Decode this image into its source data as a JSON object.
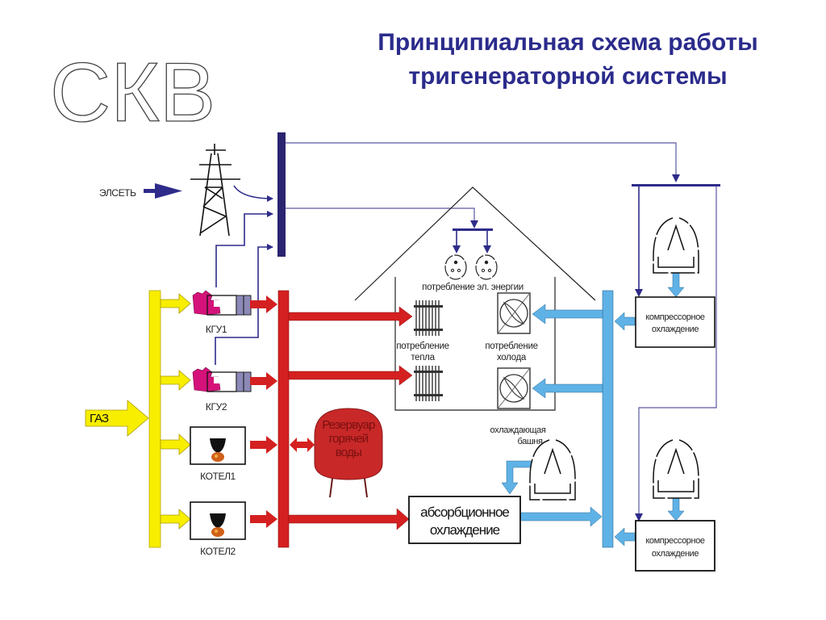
{
  "logo": {
    "text": "СКВ"
  },
  "title": {
    "line1": "Принципиальная схема работы",
    "line2": "тригенераторной системы"
  },
  "colors": {
    "title": "#2b2b8c",
    "electric": "#2e2b8a",
    "gas": "#f7ee00",
    "heat": "#d42020",
    "cold": "#5fb2e6",
    "engine": "#d4127a",
    "tank": "#c82828"
  },
  "labels": {
    "grid": "ЭЛСЕТЬ",
    "gas": "ГАЗ",
    "kgu1": "КГУ1",
    "kgu2": "КГУ2",
    "boiler1": "КОТЕЛ1",
    "boiler2": "КОТЕЛ2",
    "tank_line1": "Резервуар",
    "tank_line2": "горячей",
    "tank_line3": "воды",
    "power_consumption": "потребление эл. энергии",
    "heat_consumption_line1": "потребление",
    "heat_consumption_line2": "тепла",
    "cold_consumption_line1": "потребление",
    "cold_consumption_line2": "холода",
    "cooling_tower_line1": "охлаждающая",
    "cooling_tower_line2": "башня",
    "absorption_line1": "абсорбционное",
    "absorption_line2": "охлаждение",
    "compressor_top_line1": "компрессорное",
    "compressor_top_line2": "охлаждение",
    "compressor_bottom_line1": "компрессорное",
    "compressor_bottom_line2": "охлаждение"
  },
  "icons": {
    "power_tower": "power-pylon-icon",
    "engine": "gas-engine-generator-icon",
    "boiler": "boiler-flame-icon",
    "socket": "power-socket-icon",
    "radiator": "radiator-icon",
    "fan": "fan-coil-icon",
    "tower": "cooling-tower-icon"
  }
}
